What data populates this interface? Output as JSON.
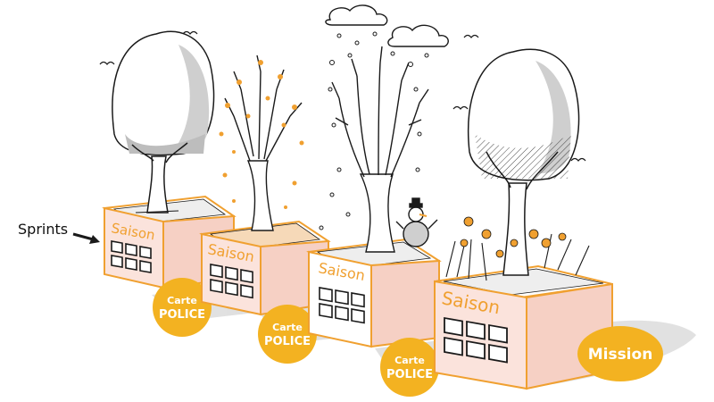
{
  "labels": {
    "sprints": "Sprints",
    "season": "Saison",
    "card_line1": "Carte",
    "card_line2": "POLICE",
    "mission": "Mission"
  },
  "boxes": [
    {
      "tree": "summer",
      "label": "Saison",
      "sprint_grid": "2x3",
      "card": true
    },
    {
      "tree": "autumn",
      "label": "Saison",
      "sprint_grid": "2x3",
      "card": true
    },
    {
      "tree": "winter",
      "label": "Saison",
      "sprint_grid": "2x3",
      "card": true
    },
    {
      "tree": "spring",
      "label": "Saison",
      "sprint_grid": "2x3",
      "card": false
    }
  ],
  "colors": {
    "box_fill": "#fbe3dc",
    "box_side": "#f6d0c4",
    "box_stroke": "#f0a030",
    "badge": "#f3b221",
    "leaf_orange": "#f0a030",
    "ink": "#1a1a1a",
    "shadow": "#cfcfcf"
  },
  "icons": [
    "arrow-icon",
    "cloud-icon",
    "snowman-icon",
    "flower-icon",
    "bird-icon"
  ]
}
